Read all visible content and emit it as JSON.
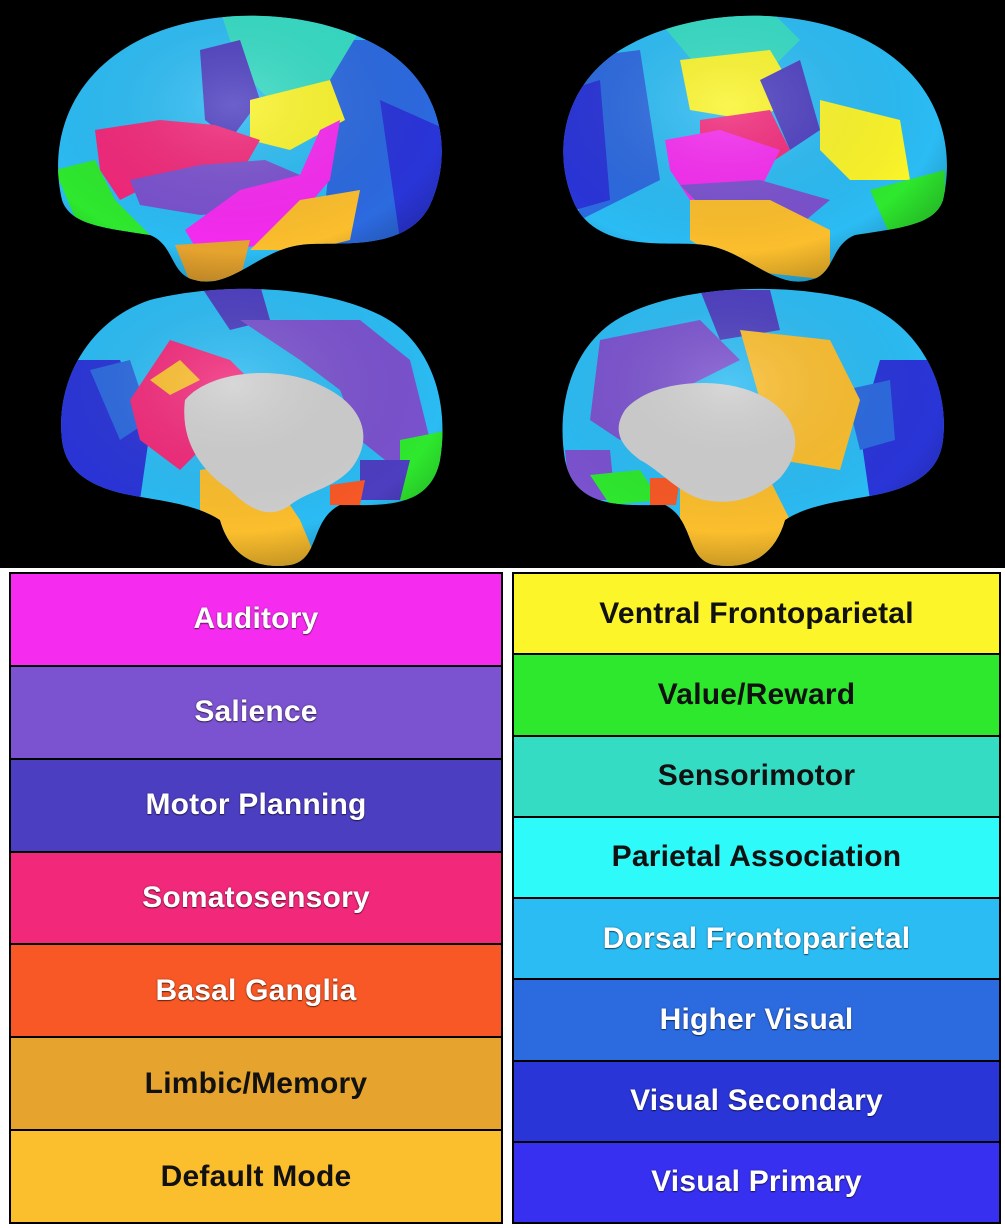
{
  "colors": {
    "background": "#000000",
    "cortex_base": "#2f7fe0",
    "medial_wall": "#cfcfcf"
  },
  "legend_left": [
    {
      "key": "auditory",
      "label": "Auditory",
      "color": "#f62bf0",
      "text": "light"
    },
    {
      "key": "salience",
      "label": "Salience",
      "color": "#7b52cf",
      "text": "light"
    },
    {
      "key": "motor_planning",
      "label": "Motor Planning",
      "color": "#4c3ec0",
      "text": "light"
    },
    {
      "key": "somatosensory",
      "label": "Somatosensory",
      "color": "#f2287a",
      "text": "light"
    },
    {
      "key": "basal_ganglia",
      "label": "Basal Ganglia",
      "color": "#f85826",
      "text": "light"
    },
    {
      "key": "limbic_memory",
      "label": "Limbic/Memory",
      "color": "#e6a32e",
      "text": "dark"
    },
    {
      "key": "default_mode",
      "label": "Default Mode",
      "color": "#fbbe2d",
      "text": "dark"
    }
  ],
  "legend_right": [
    {
      "key": "ventral_frontoparietal",
      "label": "Ventral Frontoparietal",
      "color": "#fbf52a",
      "text": "dark"
    },
    {
      "key": "value_reward",
      "label": "Value/Reward",
      "color": "#2ee82e",
      "text": "dark"
    },
    {
      "key": "sensorimotor",
      "label": "Sensorimotor",
      "color": "#35dcc4",
      "text": "dark"
    },
    {
      "key": "parietal_association",
      "label": "Parietal Association",
      "color": "#2efaf9",
      "text": "dark"
    },
    {
      "key": "dorsal_frontoparietal",
      "label": "Dorsal Frontoparietal",
      "color": "#2bbcf4",
      "text": "light"
    },
    {
      "key": "higher_visual",
      "label": "Higher Visual",
      "color": "#2c6ae0",
      "text": "light"
    },
    {
      "key": "visual_secondary",
      "label": "Visual Secondary",
      "color": "#2a35d8",
      "text": "light"
    },
    {
      "key": "visual_primary",
      "label": "Visual Primary",
      "color": "#3730f0",
      "text": "light"
    }
  ]
}
